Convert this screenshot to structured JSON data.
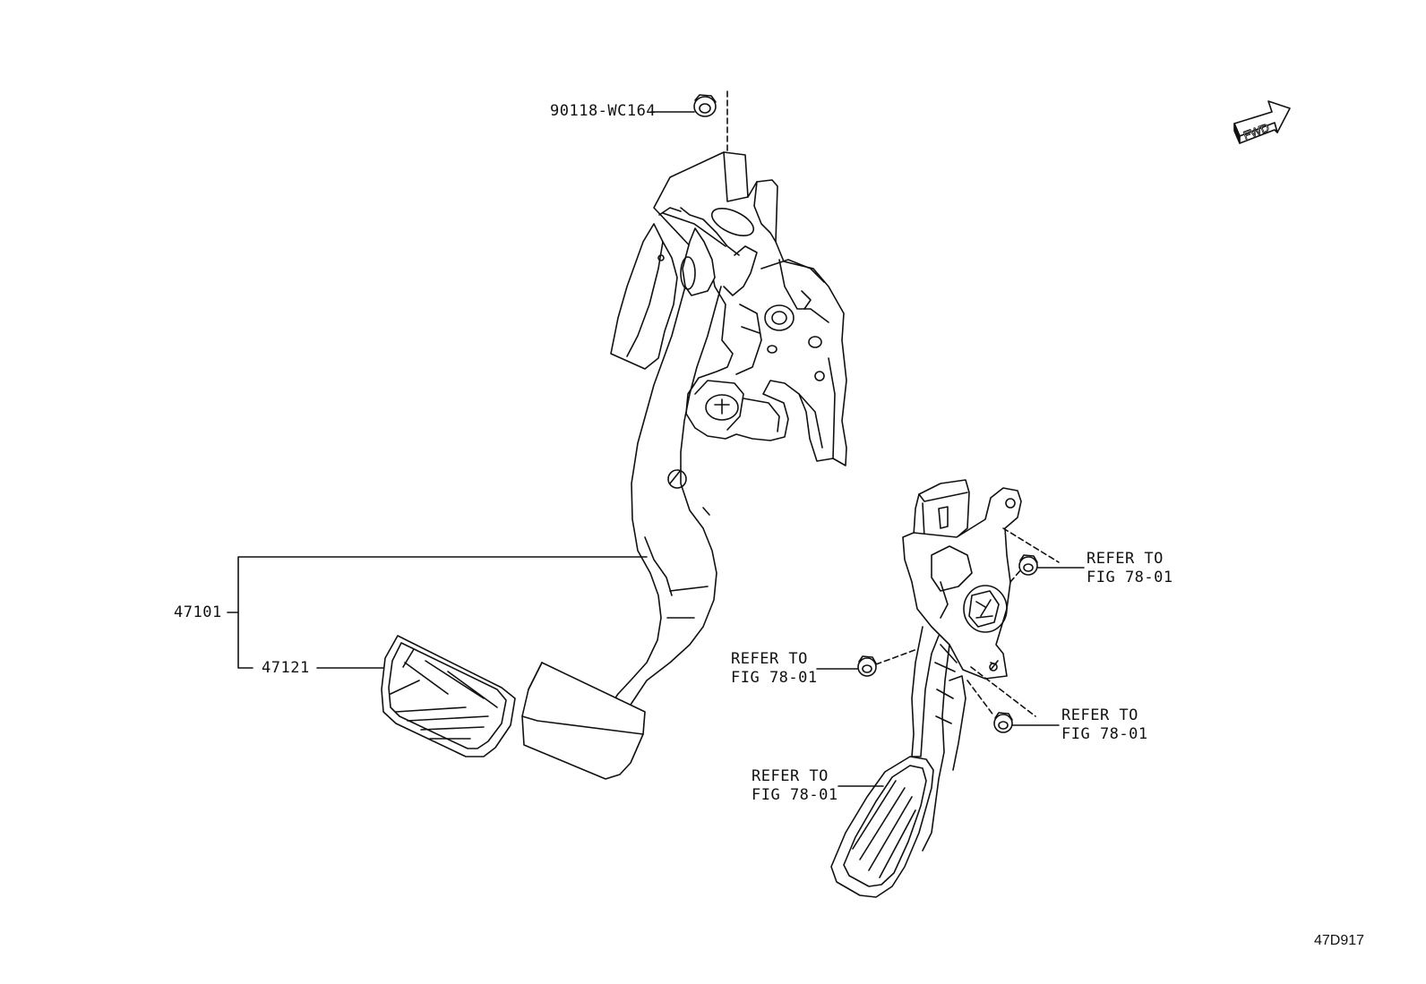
{
  "diagram": {
    "code": "47D917",
    "fwd_label": "FWD",
    "parts": {
      "nut_top": "90118-WC164",
      "pedal_assy": "47101",
      "pedal_pad": "47121"
    },
    "refer_text": {
      "line1": "REFER TO",
      "line2": "FIG 78-01"
    }
  },
  "colors": {
    "line": "#111111",
    "background": "#ffffff"
  }
}
